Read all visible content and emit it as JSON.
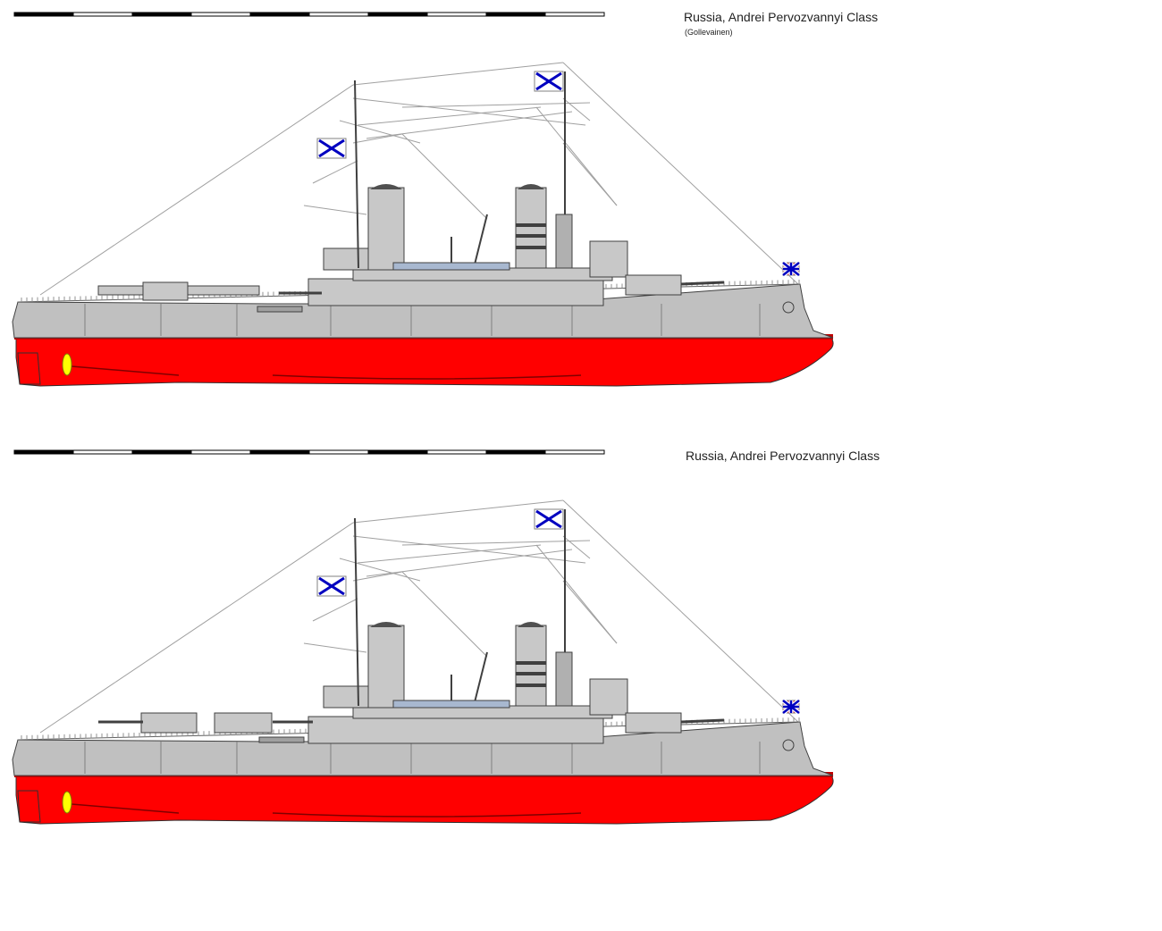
{
  "drawings": [
    {
      "title": "Russia, Andrei Pervozvannyi Class",
      "subtitle": "(Gollevainen)",
      "variant": "boats"
    },
    {
      "title": "Russia, Andrei Pervozvannyi Class",
      "subtitle": "",
      "variant": "turrets"
    }
  ],
  "colors": {
    "hull_upper": "#c0c0c0",
    "hull_lower": "#ff0000",
    "boot_topping": "#c00000",
    "superstructure": "#c8c8c8",
    "outline": "#404040",
    "rigging": "#a0a0a0",
    "propeller": "#ffff00",
    "navy_flag_cross": "#0000c0",
    "jack_red": "#e00000",
    "scale_bar": "#000000"
  },
  "icons": [
    "st-andrew-ensign-icon",
    "russian-jack-icon",
    "propeller-icon"
  ]
}
